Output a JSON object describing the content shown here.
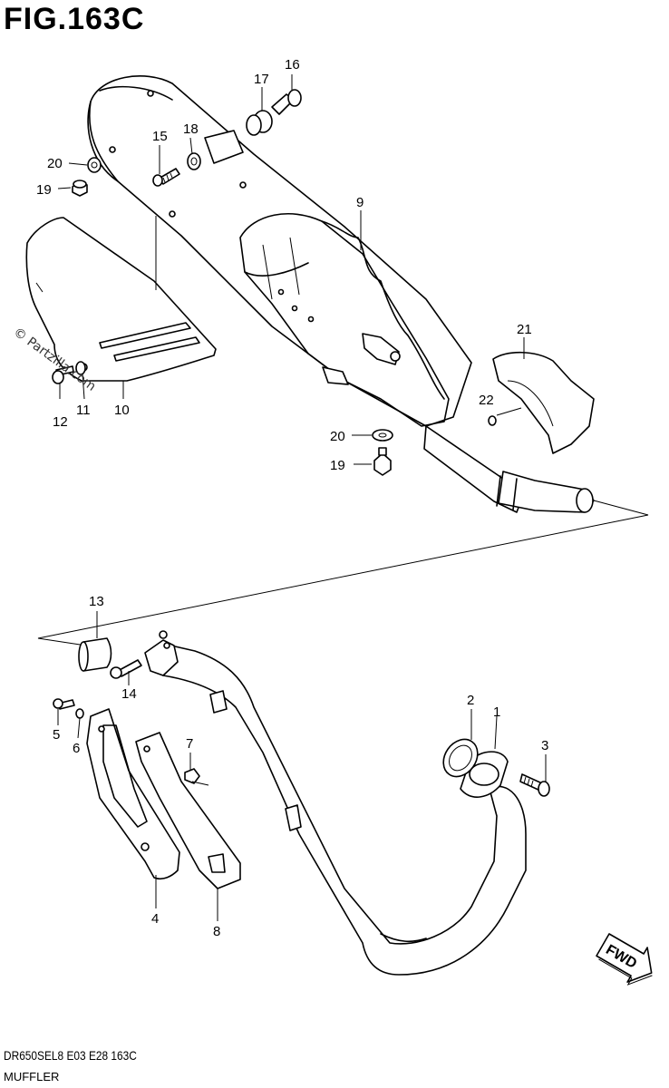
{
  "header": {
    "figure_title": "FIG.163C"
  },
  "watermark": {
    "text": "© Partzilla.com"
  },
  "footer": {
    "model_code": "DR650SEL8  E03  E28  163C",
    "caption": "MUFFLER"
  },
  "direction_tag": {
    "label": "FWD",
    "icon": "arrow-right-icon"
  },
  "callouts": {
    "c1": "1",
    "c2": "2",
    "c3": "3",
    "c4": "4",
    "c5": "5",
    "c6": "6",
    "c7": "7",
    "c8": "8",
    "c9": "9",
    "c10": "10",
    "c11": "11",
    "c12": "12",
    "c13": "13",
    "c14": "14",
    "c15": "15",
    "c16": "16",
    "c17": "17",
    "c18": "18",
    "c19a": "19",
    "c19b": "19",
    "c20a": "20",
    "c20b": "20",
    "c21": "21",
    "c22": "22"
  }
}
